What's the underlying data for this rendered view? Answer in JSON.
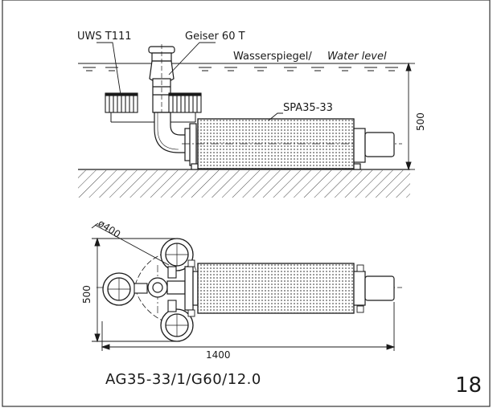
{
  "side_view": {
    "label_uws": "UWS T111",
    "label_geiser": "Geiser 60 T",
    "label_water_de": "Wasserspiegel/",
    "label_water_en": "Water level",
    "label_spa": "SPA35-33",
    "dim_height": "500"
  },
  "top_view": {
    "dim_diameter": "ø400",
    "dim_depth": "500",
    "dim_length": "1400"
  },
  "footer": {
    "model_code": "AG35-33/1/G60/12.0",
    "page_number": "18"
  },
  "colors": {
    "background": "#ffffff",
    "line": "#1a1a1a",
    "frame": "#333333"
  }
}
